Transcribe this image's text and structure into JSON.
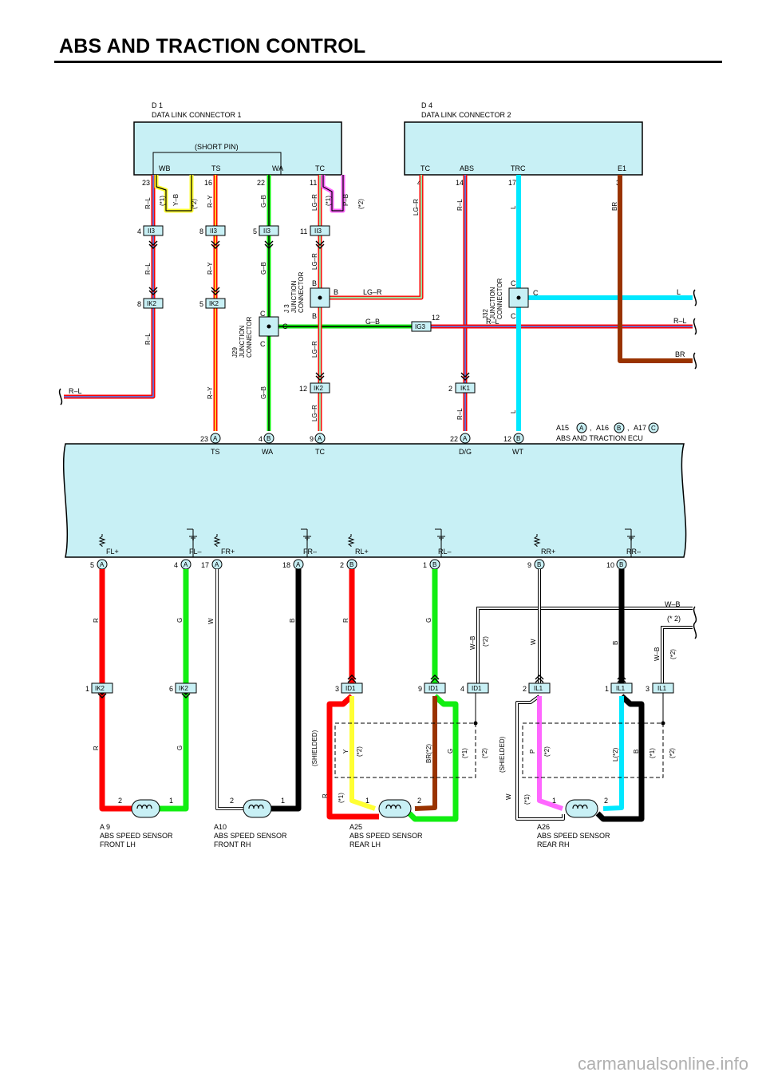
{
  "title": "ABS AND TRACTION CONTROL",
  "watermark": "carmanualsonline.info",
  "colors": {
    "ecu_fill": "#c8f0f5",
    "R": "#ff0000",
    "G": "#11ee11",
    "B": "#000000",
    "W": "#ffffff",
    "Y": "#ffff33",
    "P": "#ff66ff",
    "L": "#00e8ff",
    "BR": "#993300",
    "LG": "#a0e0a0"
  },
  "dlc1": {
    "id": "D 1",
    "name": "DATA LINK CONNECTOR 1",
    "short_pin": "(SHORT PIN)",
    "pins": [
      "WB",
      "TS",
      "WA",
      "TC"
    ],
    "pin_numbers": [
      "23",
      "16",
      "22",
      "11"
    ]
  },
  "dlc2": {
    "id": "D 4",
    "name": "DATA LINK CONNECTOR 2",
    "pins": [
      "TC",
      "ABS",
      "TRC",
      "E1"
    ],
    "pin_numbers": [
      "4",
      "14",
      "17",
      "3"
    ]
  },
  "wire_labels": {
    "rl": "R–L",
    "yb": "Y–B",
    "ry": "R–Y",
    "gb": "G–B",
    "lgr": "LG–R",
    "pb": "P–B",
    "l": "L",
    "br": "BR",
    "r": "R",
    "g": "G",
    "w": "W",
    "b": "B",
    "y": "Y",
    "p": "P",
    "wb": "W–B",
    "br2": "BR(*2)",
    "l2": "L(*2)",
    "note1": "(*1)",
    "note2": "(*2)",
    "note2s": "(* 2)",
    "shielded": "(SHIELDED)"
  },
  "connectors": {
    "ii3": "II3",
    "ik2": "IK2",
    "ik1": "IK1",
    "ig3": "IG3",
    "id1": "ID1",
    "il1": "IL1",
    "n4": "4",
    "n8": "8",
    "n5": "5",
    "n11": "11",
    "n12": "12",
    "n2": "2",
    "n1": "1",
    "n6": "6",
    "n3": "3",
    "n9": "9",
    "n22": "22",
    "n23": "23",
    "n17": "17",
    "n18": "18",
    "n10": "10"
  },
  "junctions": {
    "j29": [
      "J29",
      "JUNCTION",
      "CONNECTOR"
    ],
    "j3": [
      "J 3",
      "JUNCTION",
      "CONNECTOR"
    ],
    "j32": [
      "J32",
      "JUNCTION",
      "CONNECTOR"
    ],
    "pin_c": "C",
    "pin_b": "B"
  },
  "ecu": {
    "name": "ABS AND TRACTION ECU",
    "refs": [
      "A15",
      "A16",
      "A17"
    ],
    "ref_letters": [
      "A",
      "B",
      "C"
    ],
    "sep": ",",
    "top_pins": [
      "TS",
      "WA",
      "TC",
      "D/G",
      "WT"
    ],
    "bottom_pins": [
      "FL+",
      "FL–",
      "FR+",
      "FR–",
      "RL+",
      "RL–",
      "RR+",
      "RR–"
    ]
  },
  "sensors": [
    {
      "id": "A 9",
      "line1": "ABS SPEED SENSOR",
      "line2": "FRONT LH"
    },
    {
      "id": "A10",
      "line1": "ABS SPEED SENSOR",
      "line2": "FRONT RH"
    },
    {
      "id": "A25",
      "line1": "ABS SPEED SENSOR",
      "line2": "REAR LH"
    },
    {
      "id": "A26",
      "line1": "ABS SPEED SENSOR",
      "line2": "REAR RH"
    }
  ]
}
